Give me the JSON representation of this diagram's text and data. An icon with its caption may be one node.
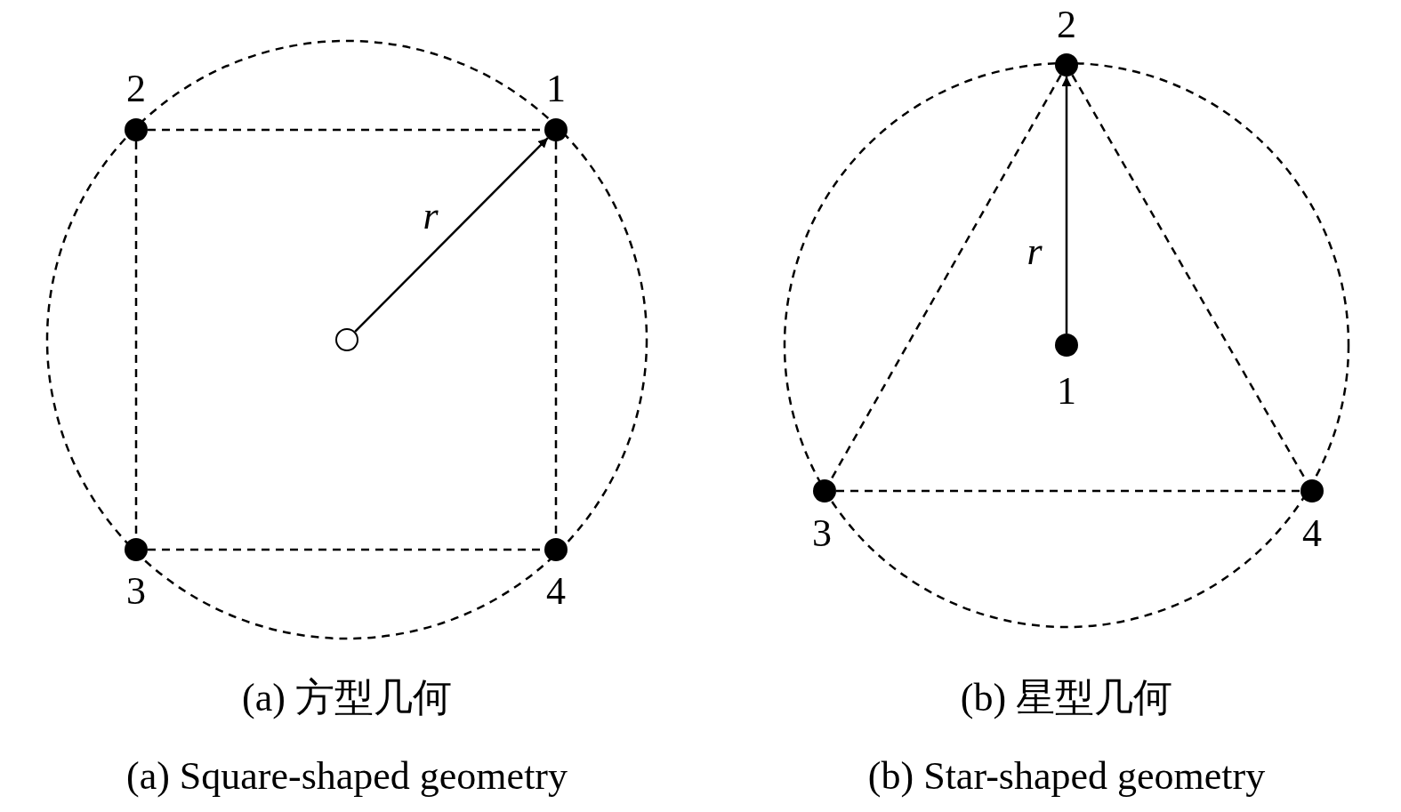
{
  "diagram": {
    "nodes": [
      {
        "text": [],
        "shape": "circle"
      },
      {
        "text": [],
        "shape": "circle",
        "beside": [
          "1"
        ]
      },
      {
        "text": [],
        "shape": "circle",
        "beside": [
          "2"
        ]
      },
      {
        "text": [],
        "shape": "circle",
        "beside": [
          "3"
        ]
      },
      {
        "text": [],
        "shape": "circle",
        "beside": [
          "4"
        ]
      },
      {
        "text": [],
        "shape": "circle",
        "beside": [
          "1"
        ]
      },
      {
        "text": [],
        "shape": "circle",
        "beside": [
          "2"
        ]
      },
      {
        "text": [],
        "shape": "circle",
        "beside": [
          "3"
        ]
      },
      {
        "text": [],
        "shape": "circle",
        "beside": [
          "4"
        ]
      }
    ],
    "edges": [
      {
        "from": 0,
        "to": 1,
        "arrow": "to",
        "label": "r"
      },
      {
        "from": 2,
        "to": 1,
        "arrow": "none",
        "style": "dashed"
      },
      {
        "from": 2,
        "to": 3,
        "arrow": "none",
        "style": "dashed"
      },
      {
        "from": 3,
        "to": 4,
        "arrow": "none",
        "style": "dashed"
      },
      {
        "from": 1,
        "to": 4,
        "arrow": "none",
        "style": "dashed"
      },
      {
        "from": 5,
        "to": 6,
        "arrow": "to",
        "label": "r"
      },
      {
        "from": 6,
        "to": 7,
        "arrow": "none",
        "style": "dashed"
      },
      {
        "from": 6,
        "to": 8,
        "arrow": "none",
        "style": "dashed"
      },
      {
        "from": 7,
        "to": 8,
        "arrow": "none",
        "style": "dashed"
      }
    ],
    "labels": [
      "(a) 方型几何",
      "(b) 星型几何",
      "(a) Square-shaped geometry",
      "(b) Star-shaped geometry"
    ]
  }
}
